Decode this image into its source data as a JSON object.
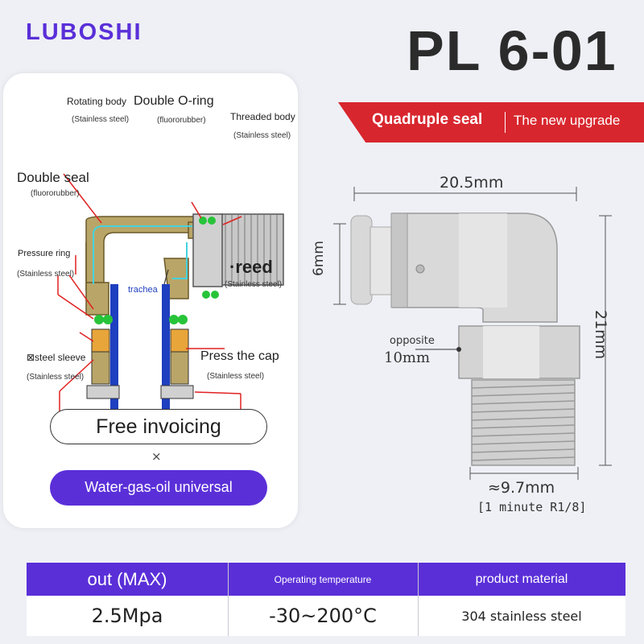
{
  "brand": "LUBOSHI",
  "model": "PL 6-01",
  "banner": {
    "left": "Quadruple seal",
    "right": "The new upgrade",
    "color": "#d8262e"
  },
  "diagram": {
    "rotating_body": "Rotating body",
    "rotating_body_sub": "(Stainless steel)",
    "double_oring": "Double O-ring",
    "double_oring_sub": "(fluororubber)",
    "threaded_body": "Threaded body",
    "threaded_body_sub": "(Stainless steel)",
    "double_seal": "Double seal",
    "double_seal_sub": "(fluororubber)",
    "pressure_ring": "Pressure ring",
    "pressure_ring_sub": "(Stainless steel)",
    "reed": "·reed",
    "reed_sub": "(Stainless steel)",
    "trachea": "trachea",
    "steel_sleeve": "⊠steel sleeve",
    "steel_sleeve_sub": "(Stainless steel)",
    "press_cap": "Press the cap",
    "press_cap_sub": "(Stainless steel)"
  },
  "features": {
    "free_invoicing": "Free invoicing",
    "times": "×",
    "universal": "Water-gas-oil universal"
  },
  "dimensions": {
    "width": "20.5mm",
    "tube": "6mm",
    "height": "21mm",
    "opposite": "opposite",
    "opposite_value": "10mm",
    "thread": "≈9.7mm",
    "thread_note": "[1 minute R1/8]"
  },
  "specs": {
    "headers": [
      "out  (MAX)",
      "Operating temperature",
      "product material"
    ],
    "values": [
      "2.5Mpa",
      "-30~200°C",
      "304 stainless steel"
    ]
  },
  "colors": {
    "accent": "#5a2fd8",
    "red": "#d8262e"
  }
}
